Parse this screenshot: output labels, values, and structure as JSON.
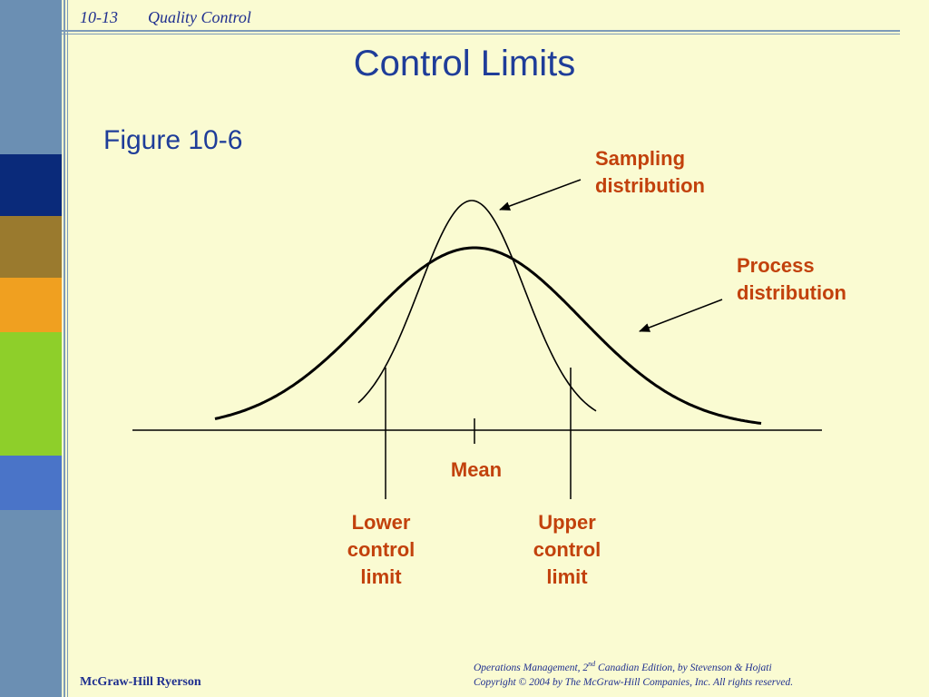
{
  "header": {
    "slide_number": "10-13",
    "chapter": "Quality Control"
  },
  "title": "Control Limits",
  "figure_label": "Figure 10-6",
  "labels": {
    "sampling": [
      "Sampling",
      "distribution"
    ],
    "process": [
      "Process",
      "distribution"
    ],
    "mean": "Mean",
    "lcl": [
      "Lower",
      "control",
      "limit"
    ],
    "ucl": [
      "Upper",
      "control",
      "limit"
    ]
  },
  "footer": {
    "publisher": "McGraw-Hill Ryerson",
    "copyright_line1_pre": "Operations Management, 2",
    "copyright_line1_sup": "nd",
    "copyright_line1_post": " Canadian Edition, by Stevenson & Hojati",
    "copyright_line2": "Copyright © 2004 by The McGraw-Hill Companies, Inc.  All rights reserved."
  },
  "colors": {
    "background": "#fafbd2",
    "title_blue": "#1f3d99",
    "label_red": "#c2410c",
    "sidebar_blocks": [
      "#6b8fb3",
      "#0a2a7a",
      "#9a7a2e",
      "#f0a020",
      "#8ecf2a",
      "#4a74c8",
      "#6b8fb3"
    ]
  }
}
